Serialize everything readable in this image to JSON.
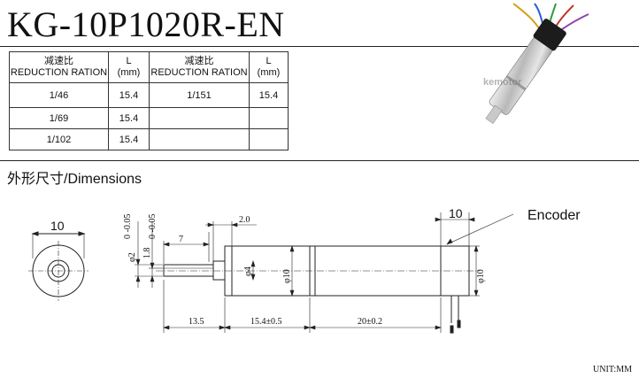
{
  "title": "KG-10P1020R-EN",
  "table": {
    "header": {
      "ratio_cn": "减速比",
      "ratio_en": "REDUCTION RATION",
      "l_top": "L",
      "l_unit": "(mm)"
    },
    "rows": [
      {
        "r1": "1/46",
        "l1": "15.4",
        "r2": "1/151",
        "l2": "15.4"
      },
      {
        "r1": "1/69",
        "l1": "15.4",
        "r2": "",
        "l2": ""
      },
      {
        "r1": "1/102",
        "l1": "15.4",
        "r2": "",
        "l2": ""
      }
    ]
  },
  "watermark": "kemotor",
  "dimensions_label": "外形尺寸/Dimensions",
  "drawing": {
    "front_width": "10",
    "encoder_label": "Encoder",
    "encoder_width": "10",
    "dim_2_0": "2.0",
    "dim_7": "7",
    "dim_shaft_dia": "φ2",
    "dim_shaft_tol": "0\n-0.05",
    "dim_flat": "1.8",
    "dim_flat_tol": "0\n-0.05",
    "dim_phi4": "φ4",
    "dim_phi10_a": "φ10",
    "dim_phi10_b": "φ10",
    "dim_13_5": "13.5",
    "dim_gear_len": "15.4±0.5",
    "dim_motor_len": "20±0.2"
  },
  "unit": "UNIT:MM"
}
